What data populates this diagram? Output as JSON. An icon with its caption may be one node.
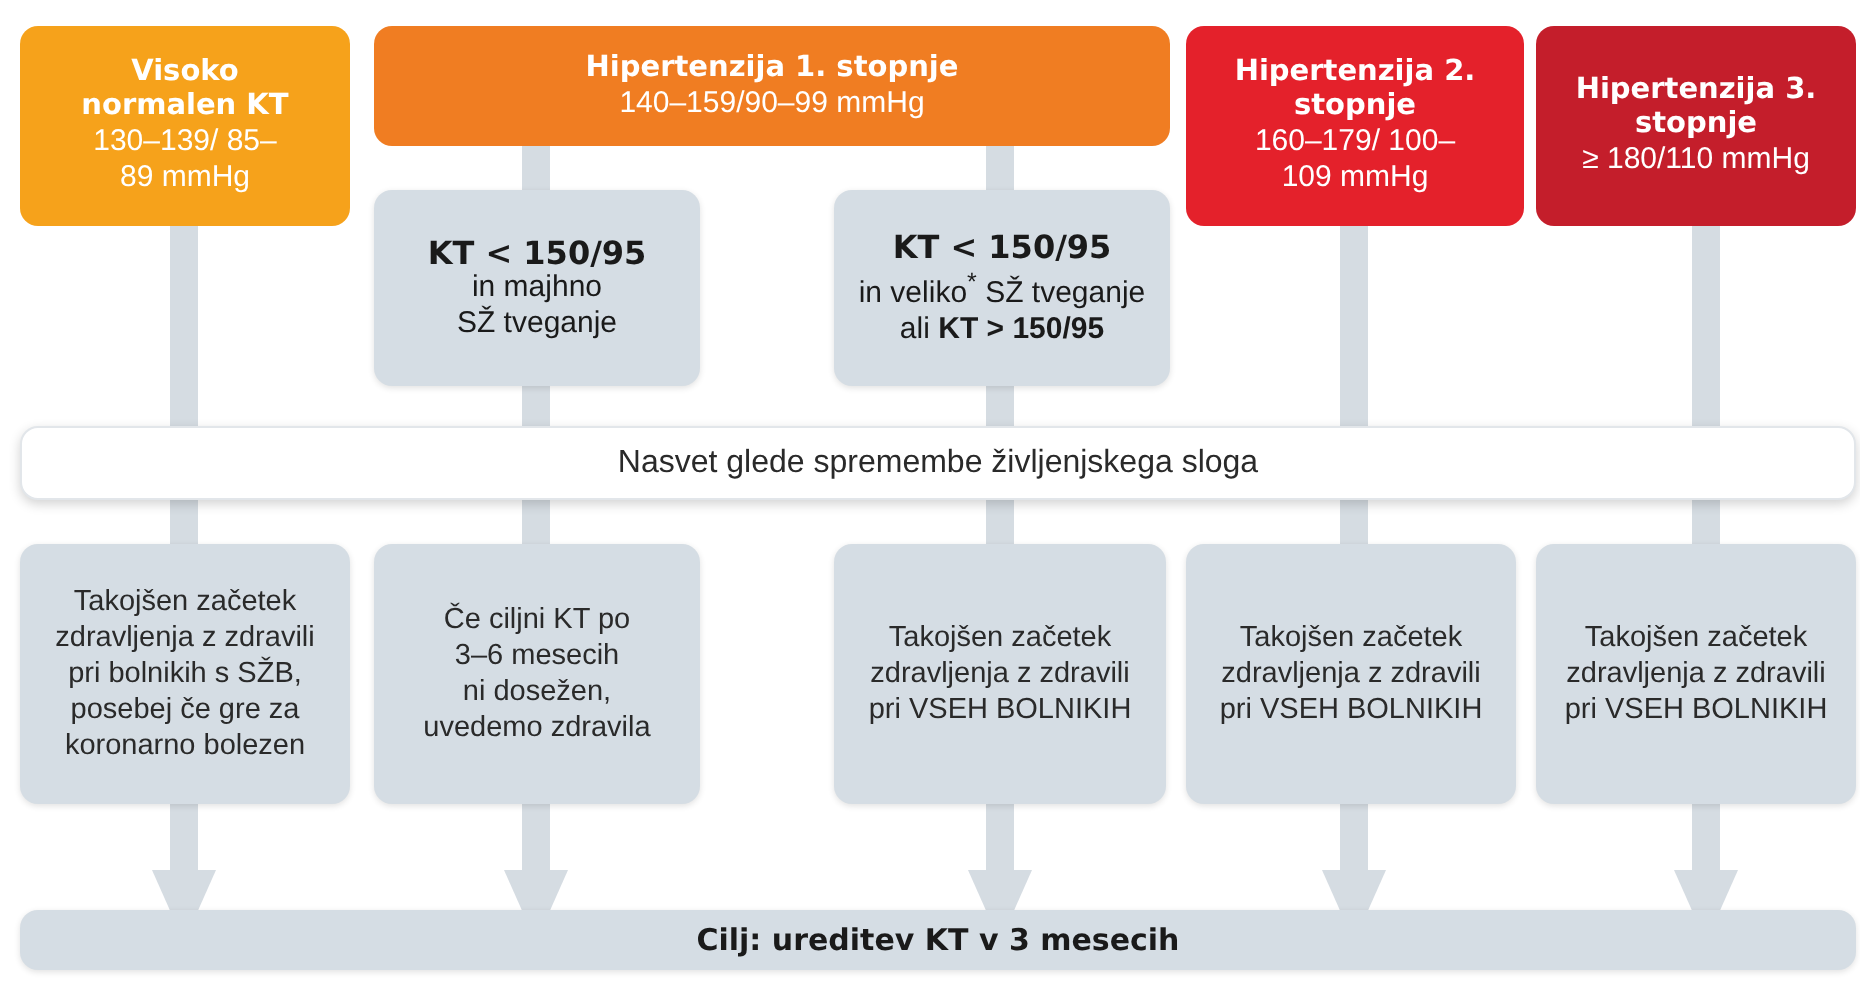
{
  "diagram": {
    "nodes": [
      {
        "text": [
          "Visoko normalen KT",
          "130–139/ 85–89 mmHg"
        ]
      },
      {
        "text": [
          "Hipertenzija 1. stopnje",
          "140–159/90–99 mmHg"
        ]
      },
      {
        "text": [
          "KT < 150/95",
          "in majhno SŽ tveganje"
        ]
      },
      {
        "text": [
          "KT < 150/95",
          "in veliko$^{*}$ SŽ tveganje ali **KT > 150/95**"
        ]
      },
      {
        "text": [
          "Hipertenzija 2. stopnje",
          "160–179/ 100–109 mmHg"
        ]
      },
      {
        "text": [
          "Hipertenzija 3. stopnje",
          "≥ 180/110 mmHg"
        ]
      },
      {
        "text": [
          "Nasvet glede spremembe življenjskega sloga"
        ]
      },
      {
        "text": [
          "Takojšen začetek zdravljenja z zdravili pri bolnikih s SŽB, posebej če gre za koronarno bolezen"
        ]
      },
      {
        "text": [
          "Če ciljni KT po 3–6 mesecih ni dosežen, uvedemo zdravila"
        ]
      },
      {
        "text": [
          "Takojšen začetek zdravljenja z zdravili pri VSEH BOLNIKIH"
        ]
      },
      {
        "text": [
          "Takojšen začetek zdravljenja z zdravili pri VSEH BOLNIKIH"
        ]
      },
      {
        "text": [
          "Takojšen začetek zdravljenja z zdravili pri VSEH BOLNIKIH"
        ]
      },
      {
        "text": [
          "Cilj: ureditev KT v 3 mesecih"
        ]
      }
    ],
    "edges": [
      {
        "from": 0,
        "to": 6,
        "arrow": "none"
      },
      {
        "from": 1,
        "to": 2,
        "arrow": "none"
      },
      {
        "from": 1,
        "to": 3,
        "arrow": "none"
      },
      {
        "from": 2,
        "to": 6,
        "arrow": "none"
      },
      {
        "from": 3,
        "to": 6,
        "arrow": "none"
      },
      {
        "from": 4,
        "to": 6,
        "arrow": "none"
      },
      {
        "from": 5,
        "to": 6,
        "arrow": "none"
      },
      {
        "from": 6,
        "to": 7,
        "arrow": "none"
      },
      {
        "from": 6,
        "to": 8,
        "arrow": "none"
      },
      {
        "from": 6,
        "to": 9,
        "arrow": "none"
      },
      {
        "from": 6,
        "to": 10,
        "arrow": "none"
      },
      {
        "from": 6,
        "to": 11,
        "arrow": "none"
      },
      {
        "from": 7,
        "to": 12,
        "arrow": "to"
      },
      {
        "from": 8,
        "to": 12,
        "arrow": "to"
      },
      {
        "from": 9,
        "to": 12,
        "arrow": "to"
      },
      {
        "from": 10,
        "to": 12,
        "arrow": "to"
      },
      {
        "from": 11,
        "to": 12,
        "arrow": "to"
      }
    ]
  }
}
